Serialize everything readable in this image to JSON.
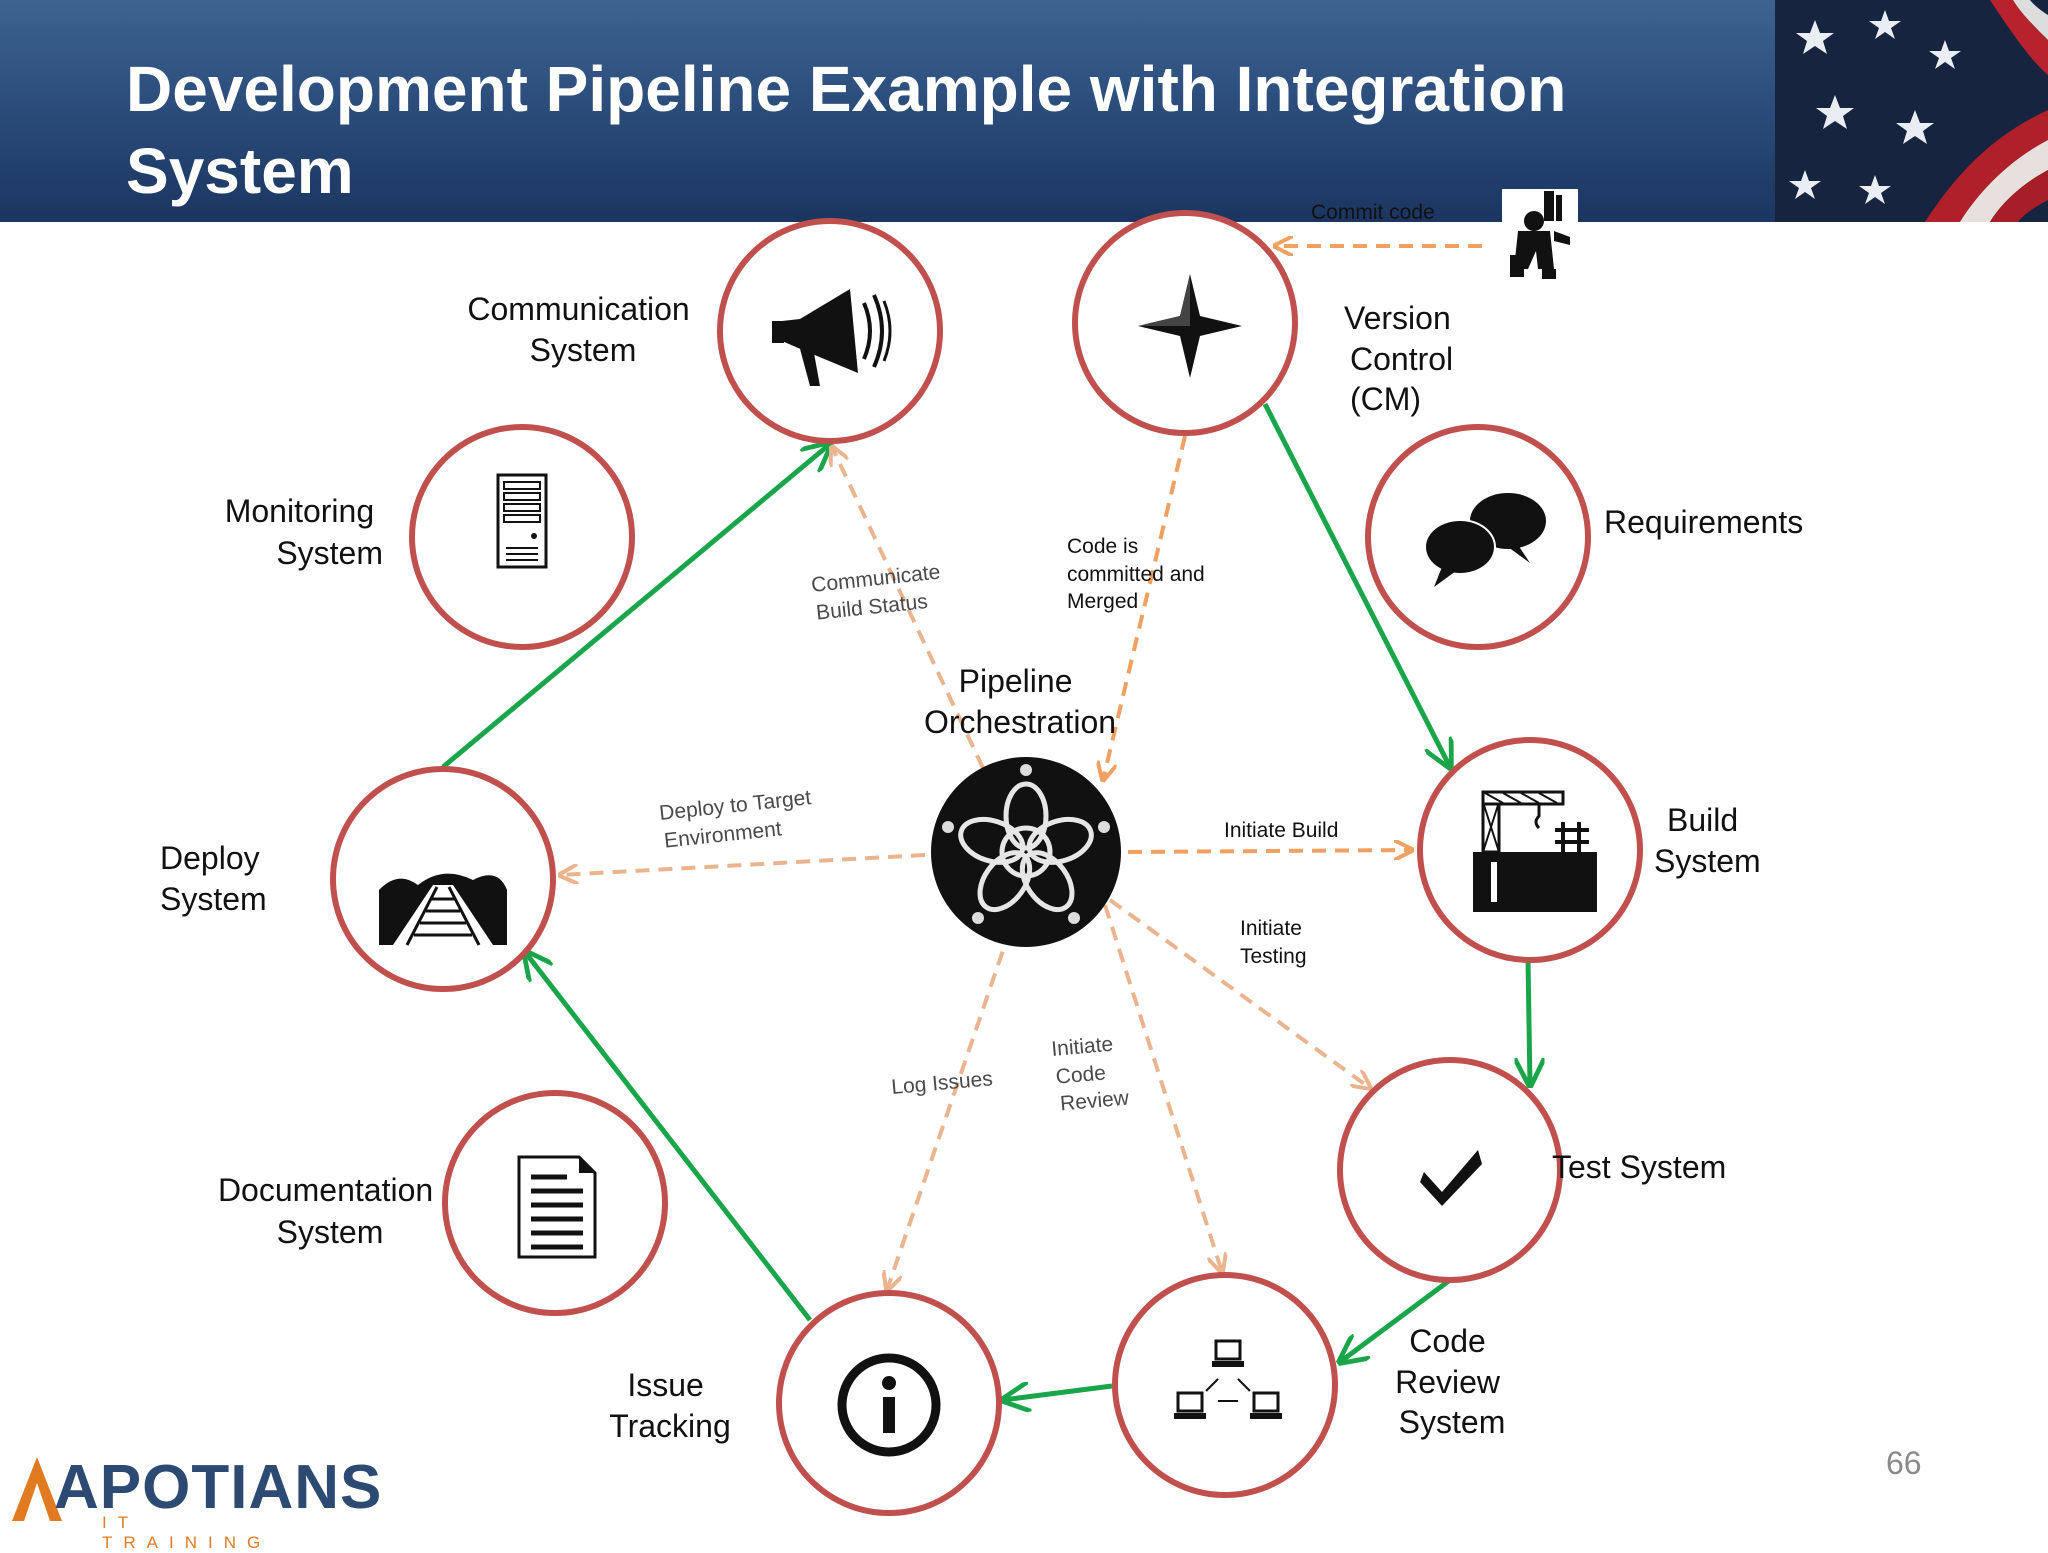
{
  "slide": {
    "title": "Development Pipeline Example with  Integration System",
    "page_number": "66"
  },
  "logo": {
    "name": "APOTIANS",
    "tagline": "IT TRAINING"
  },
  "colors": {
    "header": "#2c4e7c",
    "circle_stroke": "#c0504d",
    "solid_arrow": "#1aa54b",
    "dashed_arrow": "#f0a060"
  },
  "nodes": {
    "communication": {
      "label": [
        "Communication",
        "System"
      ],
      "icon": "megaphone-icon"
    },
    "version_control": {
      "label": [
        "Version",
        "Control",
        "(CM)"
      ],
      "icon": "compass-star-icon"
    },
    "monitoring": {
      "label": [
        "Monitoring",
        "System"
      ],
      "icon": "server-icon"
    },
    "requirements": {
      "label": [
        "Requirements"
      ],
      "icon": "speech-bubbles-icon"
    },
    "deploy": {
      "label": [
        "Deploy",
        "System"
      ],
      "icon": "railway-track-icon"
    },
    "build": {
      "label": [
        "Build",
        "System"
      ],
      "icon": "factory-crane-icon"
    },
    "documentation": {
      "label": [
        "Documentation",
        "System"
      ],
      "icon": "document-icon"
    },
    "test": {
      "label": [
        "Test System"
      ],
      "icon": "checkmark-icon"
    },
    "issue_tracking": {
      "label": [
        "Issue",
        "Tracking"
      ],
      "icon": "info-icon"
    },
    "code_review": {
      "label": [
        "Code",
        "Review",
        "System"
      ],
      "icon": "network-computers-icon"
    },
    "orchestration": {
      "label": [
        "Pipeline",
        "Orchestration"
      ],
      "icon": "knot-emblem-icon"
    }
  },
  "edges": {
    "commit_code": "Commit code",
    "code_committed": [
      "Code is",
      "committed and",
      "Merged"
    ],
    "communicate_status": [
      "Communicate",
      "Build Status"
    ],
    "initiate_build": "Initiate Build",
    "initiate_testing": [
      "Initiate",
      "Testing"
    ],
    "deploy_target": [
      "Deploy to Target",
      "Environment"
    ],
    "log_issues": "Log Issues",
    "initiate_review": [
      "Initiate",
      "Code",
      "Review"
    ]
  }
}
